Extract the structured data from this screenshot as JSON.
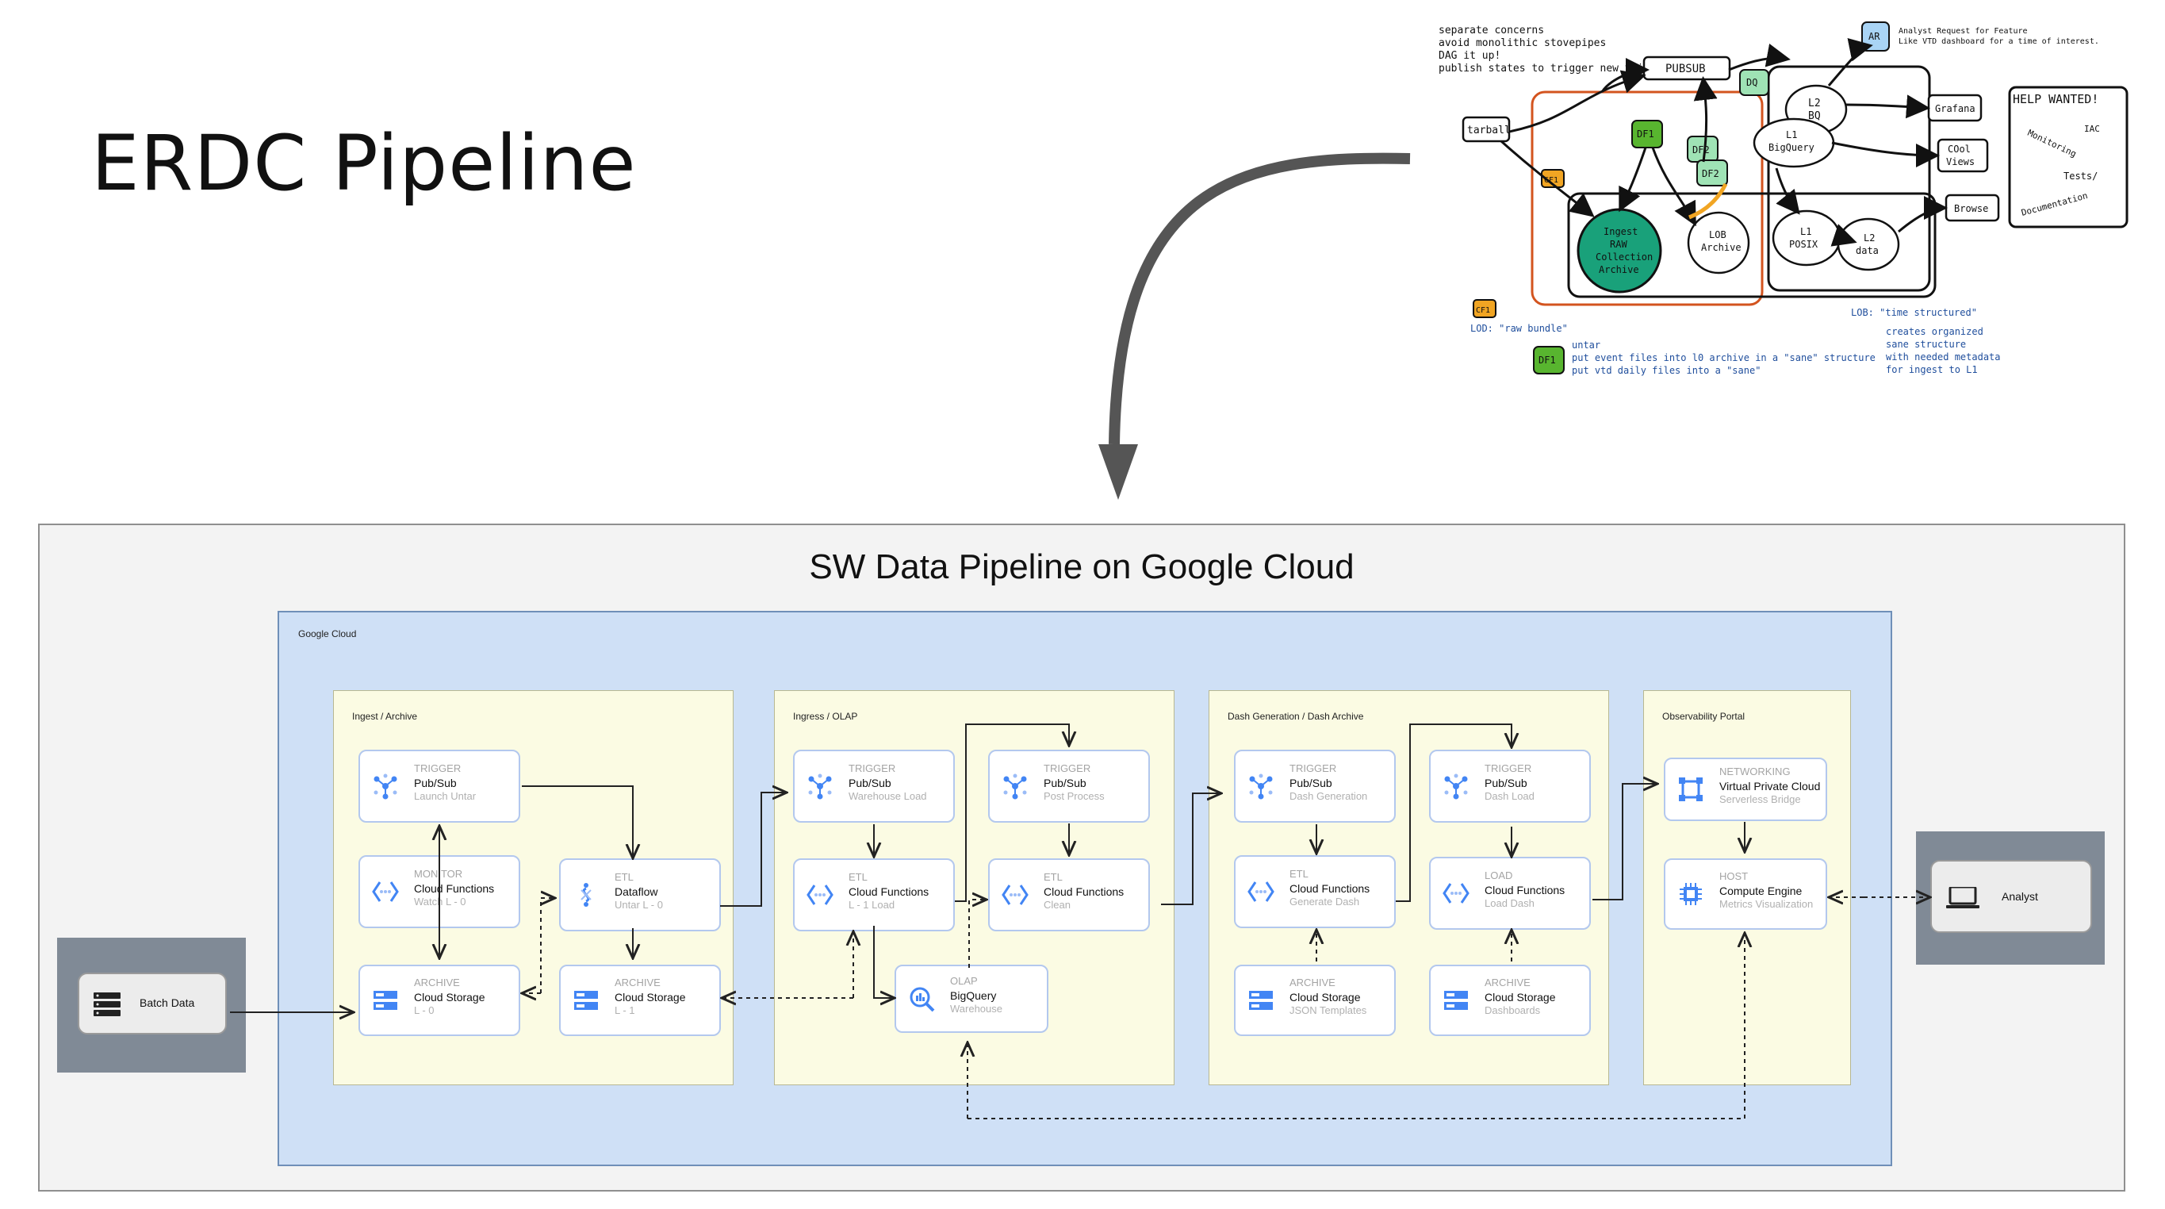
{
  "slide_title": "ERDC Pipeline",
  "sketch": {
    "notes": [
      "separate concerns",
      "avoid monolithic stovepipes",
      "DAG it up!",
      "publish states to trigger new things"
    ],
    "pubsub": "PUBSUB",
    "tarball": "tarball",
    "ar": "AR",
    "ar_note": [
      "Analyst Request for Feature",
      "Like VTD dashboard for a time of interest."
    ],
    "dq": "DQ",
    "df1": "DF1",
    "df2": "DF2",
    "cf1": "CF1",
    "l2bq": [
      "L2",
      "BQ"
    ],
    "l1bq": [
      "L1",
      "BigQuery"
    ],
    "grafana": "Grafana",
    "cool_views": [
      "COol",
      "Views"
    ],
    "browse": "Browse",
    "ingest": [
      "Ingest",
      "RAW",
      "Collection",
      "Archive"
    ],
    "lob": [
      "LOB",
      "Archive"
    ],
    "l1posix": [
      "L1",
      "POSIX"
    ],
    "l2data": [
      "L2",
      "data"
    ],
    "help_title": "HELP WANTED!",
    "help_items": [
      "Monitoring",
      "IAC",
      "Tests/",
      "Documentation"
    ],
    "lod_note": "LOD: \"raw bundle\"",
    "df1_notes": [
      "untar",
      "put event files into l0 archive in a \"sane\" structure",
      "put vtd daily files into a \"sane\""
    ],
    "lob_note": "LOB: \"time structured\"",
    "lob_notes": [
      "creates organized",
      "sane structure",
      "with needed metadata",
      "for ingest to L1"
    ]
  },
  "diagram": {
    "title": "SW Data Pipeline on Google Cloud",
    "gcloud_label": "Google Cloud",
    "sections": [
      "Ingest / Archive",
      "Ingress / OLAP",
      "Dash Generation / Dash Archive",
      "Observability Portal"
    ],
    "external": {
      "batch": "Batch Data",
      "analyst": "Analyst"
    },
    "services": {
      "trigger1": {
        "cat": "TRIGGER",
        "name": "Pub/Sub",
        "sub": "Launch Untar",
        "icon": "pubsub-icon"
      },
      "monitor1": {
        "cat": "MONITOR",
        "name": "Cloud Functions",
        "sub": "Watch L - 0",
        "icon": "cloud-functions-icon"
      },
      "archive1": {
        "cat": "ARCHIVE",
        "name": "Cloud Storage",
        "sub": "L - 0",
        "icon": "cloud-storage-icon"
      },
      "etl1": {
        "cat": "ETL",
        "name": "Dataflow",
        "sub": "Untar L - 0",
        "icon": "dataflow-icon"
      },
      "archive2": {
        "cat": "ARCHIVE",
        "name": "Cloud Storage",
        "sub": "L - 1",
        "icon": "cloud-storage-icon"
      },
      "trigger2": {
        "cat": "TRIGGER",
        "name": "Pub/Sub",
        "sub": "Warehouse Load",
        "icon": "pubsub-icon"
      },
      "trigger3": {
        "cat": "TRIGGER",
        "name": "Pub/Sub",
        "sub": "Post Process",
        "icon": "pubsub-icon"
      },
      "etl2": {
        "cat": "ETL",
        "name": "Cloud Functions",
        "sub": "L - 1 Load",
        "icon": "cloud-functions-icon"
      },
      "etl3": {
        "cat": "ETL",
        "name": "Cloud Functions",
        "sub": "Clean",
        "icon": "cloud-functions-icon"
      },
      "olap": {
        "cat": "OLAP",
        "name": "BigQuery",
        "sub": "Warehouse",
        "icon": "bigquery-icon"
      },
      "trigger4": {
        "cat": "TRIGGER",
        "name": "Pub/Sub",
        "sub": "Dash Generation",
        "icon": "pubsub-icon"
      },
      "trigger5": {
        "cat": "TRIGGER",
        "name": "Pub/Sub",
        "sub": "Dash Load",
        "icon": "pubsub-icon"
      },
      "etl4": {
        "cat": "ETL",
        "name": "Cloud Functions",
        "sub": "Generate Dash",
        "icon": "cloud-functions-icon"
      },
      "load1": {
        "cat": "Load",
        "name": "Cloud Functions",
        "sub": "Load Dash",
        "icon": "cloud-functions-icon"
      },
      "archive3": {
        "cat": "ARCHIVE",
        "name": "Cloud Storage",
        "sub": "JSON Templates",
        "icon": "cloud-storage-icon"
      },
      "archive4": {
        "cat": "ARCHIVE",
        "name": "Cloud Storage",
        "sub": "Dashboards",
        "icon": "cloud-storage-icon"
      },
      "vpc": {
        "cat": "NETWORKING",
        "name": "Virtual Private Cloud",
        "sub": "Serverless Bridge",
        "icon": "vpc-icon"
      },
      "gce": {
        "cat": "Host",
        "name": "Compute Engine",
        "sub": "Metrics Visualization",
        "icon": "compute-engine-icon"
      }
    }
  }
}
